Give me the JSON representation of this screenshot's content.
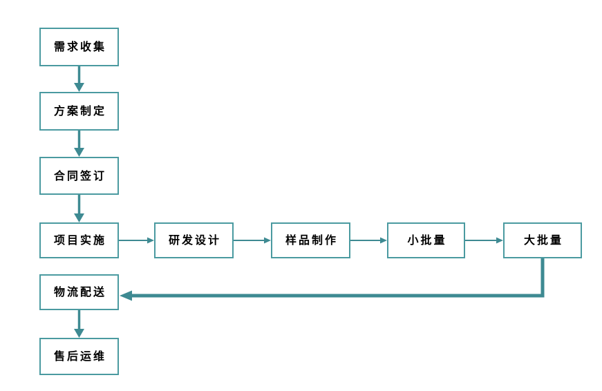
{
  "diagram": {
    "type": "flowchart",
    "colors": {
      "background": "#ffffff",
      "box_border": "#4a9aa0",
      "box_fill": "#ffffff",
      "arrow": "#3e8a92",
      "text": "#000000"
    },
    "nodes": [
      {
        "id": "requirements-collection",
        "label": "需求收集"
      },
      {
        "id": "plan-formulation",
        "label": "方案制定"
      },
      {
        "id": "contract-signing",
        "label": "合同签订"
      },
      {
        "id": "project-implementation",
        "label": "项目实施"
      },
      {
        "id": "rnd-design",
        "label": "研发设计"
      },
      {
        "id": "sample-production",
        "label": "样品制作"
      },
      {
        "id": "small-batch",
        "label": "小批量"
      },
      {
        "id": "large-batch",
        "label": "大批量"
      },
      {
        "id": "logistics-delivery",
        "label": "物流配送"
      },
      {
        "id": "after-sales-maintenance",
        "label": "售后运维"
      }
    ],
    "edges": [
      {
        "from": "需求收集",
        "to": "方案制定"
      },
      {
        "from": "方案制定",
        "to": "合同签订"
      },
      {
        "from": "合同签订",
        "to": "项目实施"
      },
      {
        "from": "项目实施",
        "to": "研发设计"
      },
      {
        "from": "研发设计",
        "to": "样品制作"
      },
      {
        "from": "样品制作",
        "to": "小批量"
      },
      {
        "from": "小批量",
        "to": "大批量"
      },
      {
        "from": "大批量",
        "to": "物流配送"
      },
      {
        "from": "物流配送",
        "to": "售后运维"
      }
    ]
  }
}
